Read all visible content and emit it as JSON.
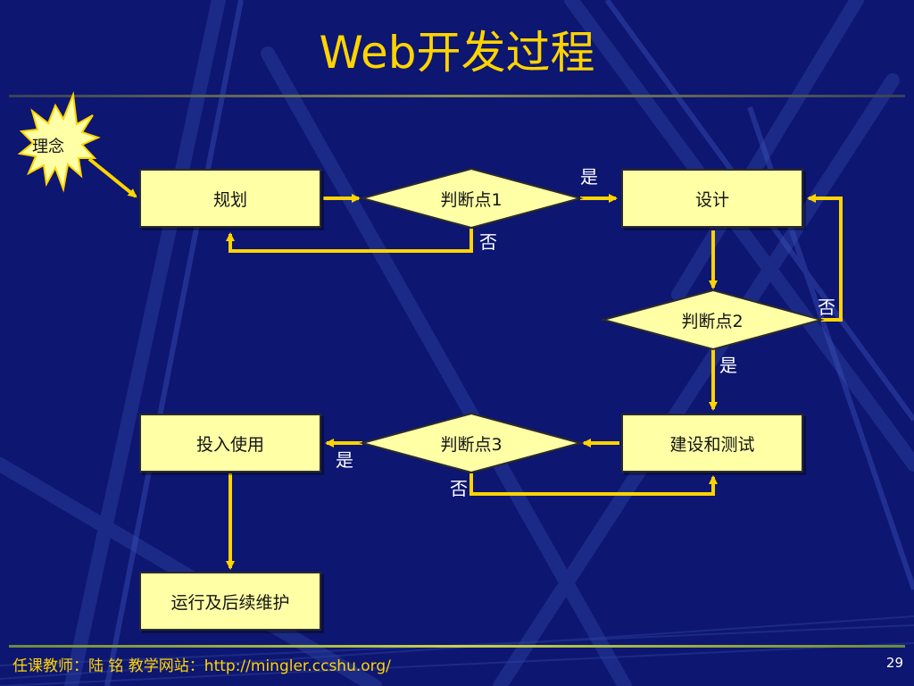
{
  "title": "Web开发过程",
  "colors": {
    "background": "#0d1670",
    "title": "#ffd400",
    "box_fill": "#ffffa6",
    "arrow": "#ffd400"
  },
  "nodes": {
    "idea": "理念",
    "plan": "规划",
    "decision1": "判断点1",
    "design": "设计",
    "decision2": "判断点2",
    "build_test": "建设和测试",
    "decision3": "判断点3",
    "deploy": "投入使用",
    "maintain": "运行及后续维护"
  },
  "edge_labels": {
    "d1_yes": "是",
    "d1_no": "否",
    "d2_no": "否",
    "d2_yes": "是",
    "d3_yes": "是",
    "d3_no": "否"
  },
  "footer": {
    "text": "任课教师：陆   铭  教学网站：http://mingler.ccshu.org/",
    "page_number": "29"
  }
}
